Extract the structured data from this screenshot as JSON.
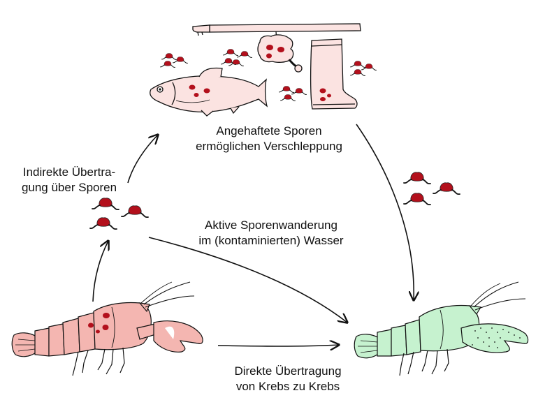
{
  "labels": {
    "attached_spores": {
      "line1": "Angehaftete Sporen",
      "line2": "ermöglichen Verschleppung"
    },
    "indirect": {
      "line1": "Indirekte Übertra-",
      "line2": "gung über Sporen"
    },
    "active": {
      "line1": "Aktive Sporenwanderung",
      "line2": "im (kontaminierten) Wasser"
    },
    "direct": {
      "line1": "Direkte Übertragung",
      "line2": "von Krebs zu Krebs"
    }
  },
  "colors": {
    "spore": "#b3101c",
    "infected_crayfish": "#f4b6b1",
    "healthy_crayfish": "#c6f2cf",
    "objects": "#fbe3e1",
    "line": "#111111"
  },
  "icons": [
    "fishing-rod-icon",
    "fish-icon",
    "rubber-boot-icon",
    "crayfish-icon",
    "spore-icon"
  ]
}
